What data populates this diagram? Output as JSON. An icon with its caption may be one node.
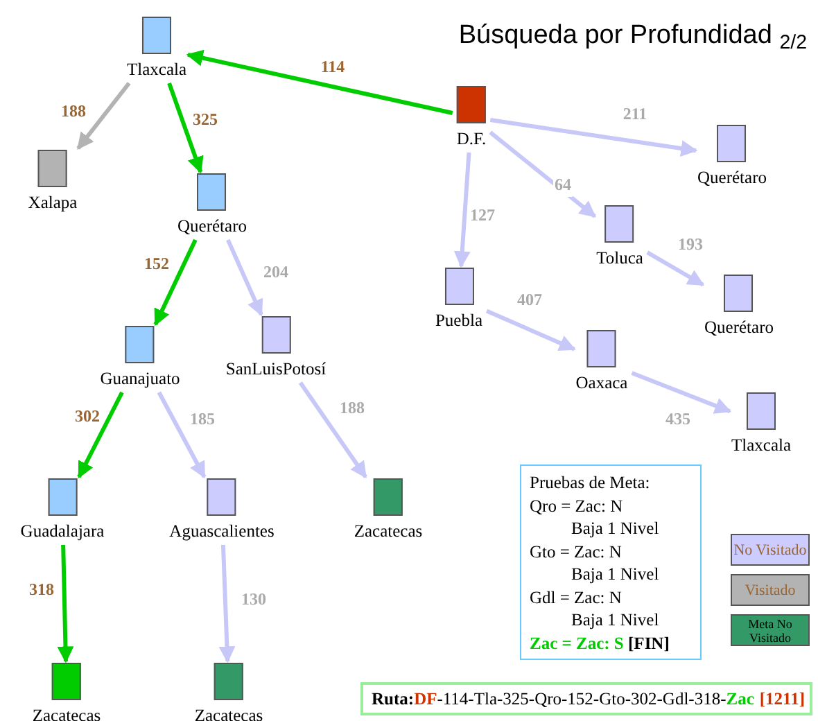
{
  "diagram": {
    "title": "Búsqueda por Profundidad $_{2/2}$",
    "nodes": [
      {
        "text": [
          "Tlaxcala"
        ]
      },
      {
        "text": [
          "D.F."
        ]
      },
      {
        "text": [
          "Xalapa"
        ]
      },
      {
        "text": [
          "Querétaro"
        ]
      },
      {
        "text": [
          "Querétaro"
        ]
      },
      {
        "text": [
          "Toluca"
        ]
      },
      {
        "text": [
          "Puebla"
        ]
      },
      {
        "text": [
          "Querétaro"
        ]
      },
      {
        "text": [
          "Guanajuato"
        ]
      },
      {
        "text": [
          "SanLuisPotosí"
        ]
      },
      {
        "text": [
          "Oaxaca"
        ]
      },
      {
        "text": [
          "Tlaxcala"
        ]
      },
      {
        "text": [
          "Guadalajara"
        ]
      },
      {
        "text": [
          "Aguascalientes"
        ]
      },
      {
        "text": [
          "Zacatecas"
        ]
      },
      {
        "text": [
          "Zacatecas"
        ]
      },
      {
        "text": [
          "Zacatecas"
        ]
      },
      {
        "text": [
          "Pruebas de Meta:",
          "Qro = Zac:  N",
          "Baja 1 Nivel",
          "Gto = Zac: N",
          "Baja 1 Nivel",
          "Gdl = Zac: N",
          "Baja 1 Nivel",
          "Zac = Zac: S",
          "[FIN]"
        ]
      },
      {
        "text": [
          "Ruta:",
          "DF",
          "-114-Tla-325-Qro-152-Gto-302-Gdl-318-",
          "Zac",
          "[1211]"
        ]
      }
    ],
    "edges": [
      {
        "from": 1,
        "to": 0,
        "arrow": "to",
        "label": "114",
        "color": "#00cc00"
      },
      {
        "from": 0,
        "to": 2,
        "arrow": "to",
        "label": "188",
        "color": "#b3b3b3"
      },
      {
        "from": 0,
        "to": 3,
        "arrow": "to",
        "label": "325",
        "color": "#00cc00"
      },
      {
        "from": 1,
        "to": 4,
        "arrow": "to",
        "label": "211"
      },
      {
        "from": 1,
        "to": 5,
        "arrow": "to",
        "label": "64"
      },
      {
        "from": 1,
        "to": 6,
        "arrow": "to",
        "label": "127"
      },
      {
        "from": 5,
        "to": 7,
        "arrow": "to",
        "label": "193"
      },
      {
        "from": 6,
        "to": 10,
        "arrow": "to",
        "label": "407"
      },
      {
        "from": 10,
        "to": 11,
        "arrow": "to",
        "label": "435"
      },
      {
        "from": 3,
        "to": 8,
        "arrow": "to",
        "label": "152",
        "color": "#00cc00"
      },
      {
        "from": 3,
        "to": 9,
        "arrow": "to",
        "label": "204"
      },
      {
        "from": 8,
        "to": 12,
        "arrow": "to",
        "label": "302",
        "color": "#00cc00"
      },
      {
        "from": 8,
        "to": 13,
        "arrow": "to",
        "label": "185"
      },
      {
        "from": 9,
        "to": 14,
        "arrow": "to",
        "label": "188"
      },
      {
        "from": 12,
        "to": 15,
        "arrow": "to",
        "label": "318",
        "color": "#00cc00"
      },
      {
        "from": 13,
        "to": 16,
        "arrow": "to",
        "label": "130"
      }
    ],
    "legend": [
      {
        "text": "No Visitado",
        "color": "#ccccff"
      },
      {
        "text": "Visitado",
        "color": "#b3b3b3"
      },
      {
        "text": "Meta No Visitado",
        "color": "#339966"
      }
    ]
  }
}
